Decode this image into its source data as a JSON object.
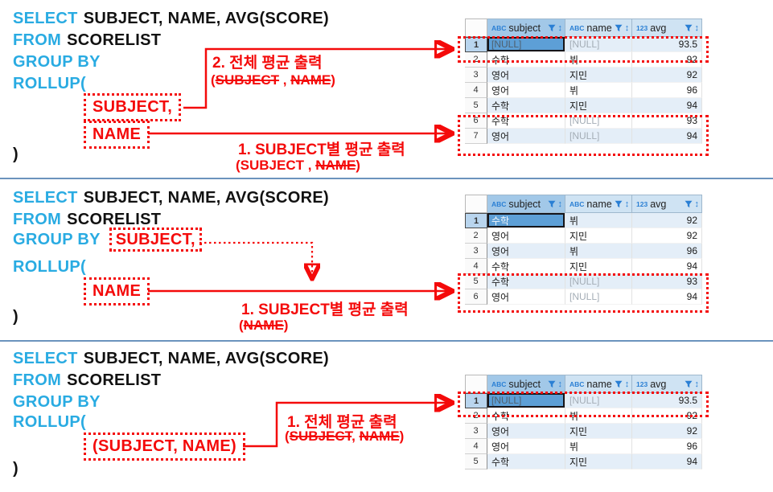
{
  "colors": {
    "keyword": "#29abe2",
    "code_text": "#111111",
    "annotation_red": "#f40a0a",
    "separator": "#6b93bd",
    "header_bg": "#cfe3f3",
    "header_bg_selected": "#a2c8e8",
    "row_stripe": "#e4eef8",
    "selected_cell_bg": "#5d9fd6",
    "null_text": "#a4adb6",
    "icon_blue": "#2a7fd4"
  },
  "sections": [
    {
      "lines": [
        {
          "parts": [
            {
              "t": "SELECT",
              "kw": true
            },
            {
              "t": "SUBJECT, NAME, AVG(SCORE)"
            }
          ]
        },
        {
          "parts": [
            {
              "t": "FROM",
              "kw": true
            },
            {
              "t": "SCORELIST"
            }
          ]
        },
        {
          "parts": [
            {
              "t": "GROUP BY",
              "kw": true
            }
          ]
        },
        {
          "parts": [
            {
              "t": "ROLLUP(",
              "kw": true
            }
          ]
        }
      ],
      "box1": "SUBJECT,",
      "box2": "NAME",
      "close": ")",
      "annotations": [
        {
          "title": "2. 전체 평균 출력",
          "sub_parts": [
            {
              "t": "("
            },
            {
              "t": "SUBJECT",
              "strike": true
            },
            {
              "t": " , "
            },
            {
              "t": "NAME",
              "strike": true
            },
            {
              "t": ")"
            }
          ]
        },
        {
          "title": "1. SUBJECT별 평균 출력",
          "sub_parts": [
            {
              "t": "(SUBJECT"
            },
            {
              "t": " , "
            },
            {
              "t": "NAME",
              "strike": true
            },
            {
              "t": ")"
            }
          ]
        }
      ]
    },
    {
      "lines": [
        {
          "parts": [
            {
              "t": "SELECT",
              "kw": true
            },
            {
              "t": "SUBJECT, NAME, AVG(SCORE)"
            }
          ]
        },
        {
          "parts": [
            {
              "t": "FROM",
              "kw": true
            },
            {
              "t": "SCORELIST"
            }
          ]
        },
        {
          "parts": [
            {
              "t": "GROUP BY",
              "kw": true
            },
            {
              "t": "SUBJECT,",
              "boxed": true
            }
          ]
        },
        {
          "parts": [
            {
              "t": "ROLLUP(",
              "kw": true
            }
          ]
        }
      ],
      "box2": "NAME",
      "close": ")",
      "annotations": [
        {
          "title": "1. SUBJECT별 평균 출력",
          "sub_parts": [
            {
              "t": "("
            },
            {
              "t": "NAME",
              "strike": true
            },
            {
              "t": ")"
            }
          ]
        }
      ]
    },
    {
      "lines": [
        {
          "parts": [
            {
              "t": "SELECT",
              "kw": true
            },
            {
              "t": "SUBJECT, NAME, AVG(SCORE)"
            }
          ]
        },
        {
          "parts": [
            {
              "t": "FROM",
              "kw": true
            },
            {
              "t": "SCORELIST"
            }
          ]
        },
        {
          "parts": [
            {
              "t": "GROUP BY",
              "kw": true
            }
          ]
        },
        {
          "parts": [
            {
              "t": "ROLLUP(",
              "kw": true
            }
          ]
        }
      ],
      "box1": "(SUBJECT, NAME)",
      "close": ")",
      "annotations": [
        {
          "title": "1. 전체 평균 출력",
          "sub_parts": [
            {
              "t": "("
            },
            {
              "t": "SUBJECT",
              "strike": true
            },
            {
              "t": ", "
            },
            {
              "t": "NAME",
              "strike": true
            },
            {
              "t": ")"
            }
          ]
        }
      ]
    }
  ],
  "tables": [
    {
      "headers": [
        {
          "icon": "ABC",
          "label": "subject",
          "selected": true
        },
        {
          "icon": "ABC",
          "label": "name"
        },
        {
          "icon": "123",
          "label": "avg"
        }
      ],
      "rows": [
        {
          "num": "1",
          "current": true,
          "cells": [
            {
              "v": "[NULL]",
              "null": true,
              "sel": true
            },
            {
              "v": "[NULL]",
              "null": true
            },
            {
              "v": "93.5"
            }
          ]
        },
        {
          "num": "2",
          "cells": [
            {
              "v": "수학"
            },
            {
              "v": "뷔"
            },
            {
              "v": "92"
            }
          ]
        },
        {
          "num": "3",
          "cells": [
            {
              "v": "영어"
            },
            {
              "v": "지민"
            },
            {
              "v": "92"
            }
          ]
        },
        {
          "num": "4",
          "cells": [
            {
              "v": "영어"
            },
            {
              "v": "뷔"
            },
            {
              "v": "96"
            }
          ]
        },
        {
          "num": "5",
          "cells": [
            {
              "v": "수학"
            },
            {
              "v": "지민"
            },
            {
              "v": "94"
            }
          ]
        },
        {
          "num": "6",
          "cells": [
            {
              "v": "수학"
            },
            {
              "v": "[NULL]",
              "null": true
            },
            {
              "v": "93"
            }
          ]
        },
        {
          "num": "7",
          "cells": [
            {
              "v": "영어"
            },
            {
              "v": "[NULL]",
              "null": true
            },
            {
              "v": "94"
            }
          ]
        }
      ]
    },
    {
      "headers": [
        {
          "icon": "ABC",
          "label": "subject",
          "selected": true
        },
        {
          "icon": "ABC",
          "label": "name"
        },
        {
          "icon": "123",
          "label": "avg"
        }
      ],
      "rows": [
        {
          "num": "1",
          "current": true,
          "cells": [
            {
              "v": "수학",
              "sel": true
            },
            {
              "v": "뷔"
            },
            {
              "v": "92"
            }
          ]
        },
        {
          "num": "2",
          "cells": [
            {
              "v": "영어"
            },
            {
              "v": "지민"
            },
            {
              "v": "92"
            }
          ]
        },
        {
          "num": "3",
          "cells": [
            {
              "v": "영어"
            },
            {
              "v": "뷔"
            },
            {
              "v": "96"
            }
          ]
        },
        {
          "num": "4",
          "cells": [
            {
              "v": "수학"
            },
            {
              "v": "지민"
            },
            {
              "v": "94"
            }
          ]
        },
        {
          "num": "5",
          "cells": [
            {
              "v": "수학"
            },
            {
              "v": "[NULL]",
              "null": true
            },
            {
              "v": "93"
            }
          ]
        },
        {
          "num": "6",
          "cells": [
            {
              "v": "영어"
            },
            {
              "v": "[NULL]",
              "null": true
            },
            {
              "v": "94"
            }
          ]
        }
      ]
    },
    {
      "headers": [
        {
          "icon": "ABC",
          "label": "subject",
          "selected": true
        },
        {
          "icon": "ABC",
          "label": "name"
        },
        {
          "icon": "123",
          "label": "avg"
        }
      ],
      "rows": [
        {
          "num": "1",
          "current": true,
          "cells": [
            {
              "v": "[NULL]",
              "null": true,
              "sel": true
            },
            {
              "v": "[NULL]",
              "null": true
            },
            {
              "v": "93.5"
            }
          ]
        },
        {
          "num": "2",
          "cells": [
            {
              "v": "수학"
            },
            {
              "v": "뷔"
            },
            {
              "v": "92"
            }
          ]
        },
        {
          "num": "3",
          "cells": [
            {
              "v": "영어"
            },
            {
              "v": "지민"
            },
            {
              "v": "92"
            }
          ]
        },
        {
          "num": "4",
          "cells": [
            {
              "v": "영어"
            },
            {
              "v": "뷔"
            },
            {
              "v": "96"
            }
          ]
        },
        {
          "num": "5",
          "cells": [
            {
              "v": "수학"
            },
            {
              "v": "지민"
            },
            {
              "v": "94"
            }
          ]
        }
      ]
    }
  ]
}
